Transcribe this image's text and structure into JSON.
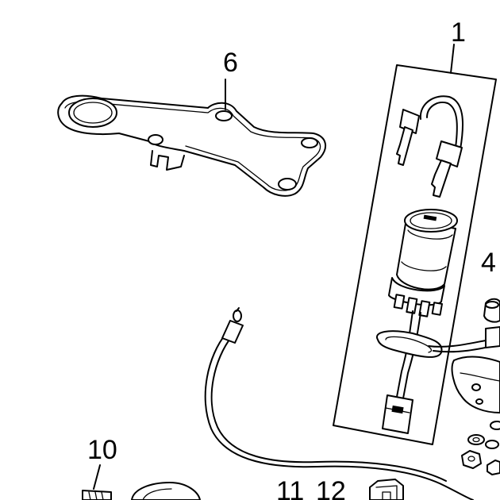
{
  "callouts": {
    "kit": "1",
    "plate": "6",
    "side_partial": "4",
    "screw": "10",
    "lower_left": "11",
    "lower_right": "12"
  },
  "colors": {
    "line": "#000000",
    "background": "#ffffff"
  }
}
